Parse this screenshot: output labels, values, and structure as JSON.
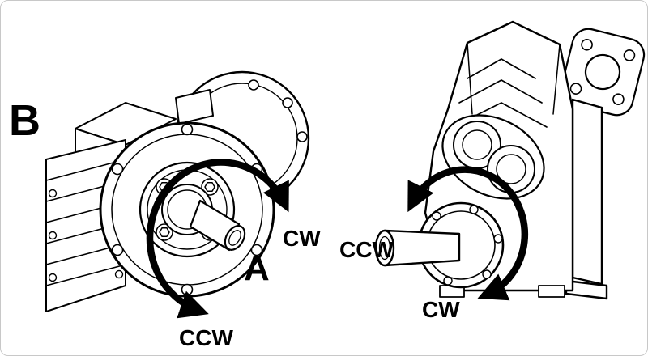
{
  "labels": {
    "left_unit_letter": "B",
    "left_shaft_letter": "A",
    "left_cw": "CW",
    "left_ccw": "CCW",
    "right_ccw": "CCW",
    "right_cw": "CW"
  },
  "icons": {
    "rotation_arrow_left": "double-headed-arc-arrow",
    "rotation_arrow_right": "double-headed-arc-arrow"
  },
  "colors": {
    "line": "#000000",
    "background": "#ffffff",
    "frame_border": "#c8c8c8"
  }
}
